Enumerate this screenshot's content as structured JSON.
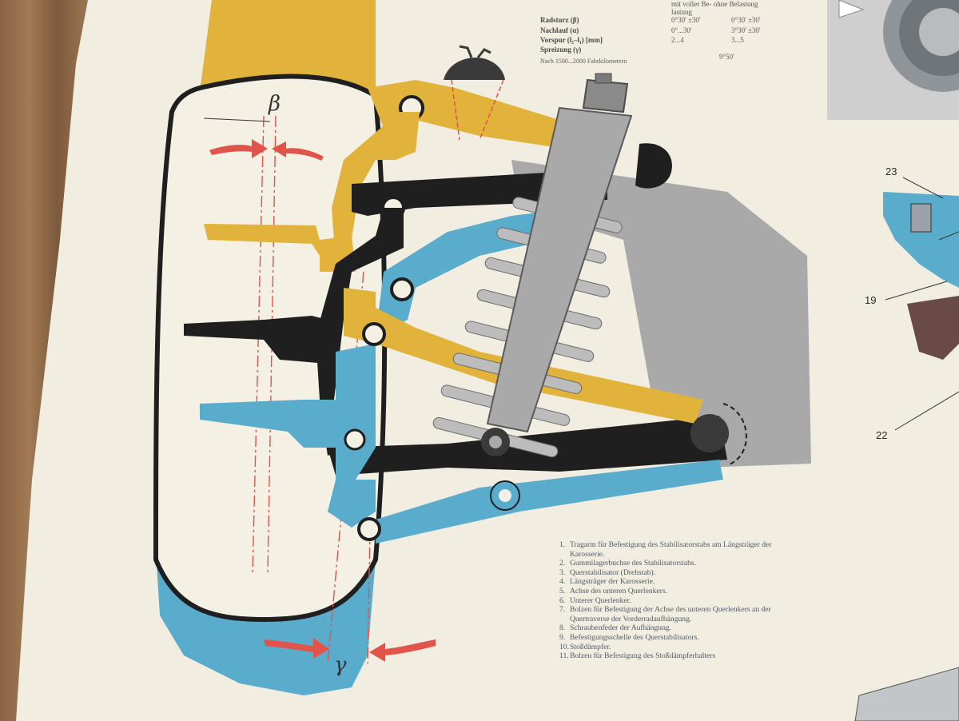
{
  "specs": {
    "header": "mit voller Be- ohne Belastung\nlastung",
    "rows": [
      {
        "label": "Radsturz (β)",
        "v1": "0°30' ±30'",
        "v2": "0°30' ±30'"
      },
      {
        "label": "Nachlauf (α)",
        "v1": "0°...30'",
        "v2": "3°30' ±30'"
      },
      {
        "label": "Vorspur (l₂–l₁) [mm]",
        "v1": "2...4",
        "v2": "3...5"
      },
      {
        "label": "Spreizung (γ)",
        "v1": "",
        "v2": "9°50'"
      }
    ],
    "footnote": "Nach 1500...2000  Fahrkilometern"
  },
  "angle_labels": {
    "beta": "β",
    "gamma": "γ"
  },
  "callouts": {
    "c23": "23",
    "c19": "19",
    "c22": "22"
  },
  "legend": [
    {
      "num": "1.",
      "text": "Tragarm für Befestigung des Stabilisatorstabs am Längsträger der Karosserie."
    },
    {
      "num": "2.",
      "text": "Gummilagerbuchse des Stabilisatorstabs."
    },
    {
      "num": "3.",
      "text": "Querstabilisator (Drehstab)."
    },
    {
      "num": "4.",
      "text": "Längsträger der Karosserie."
    },
    {
      "num": "5.",
      "text": "Achse des unteren Querlenkers."
    },
    {
      "num": "6.",
      "text": "Unterer Querlenker."
    },
    {
      "num": "7.",
      "text": "Bolzen für Befestigung der Achse des unteren Querlenkers an der Quertraverse der Vorderradaufhängung."
    },
    {
      "num": "8.",
      "text": "Schraubenfeder der Aufhängung."
    },
    {
      "num": "9.",
      "text": "Befestigungsschelle des Querstabilisators."
    },
    {
      "num": "10.",
      "text": "Stoßdämpfer."
    },
    {
      "num": "11.",
      "text": "Bolzen für Befestigung des Stoßdämpferhalters"
    }
  ],
  "colors": {
    "yellow": "#e2b33a",
    "blue": "#5aaccc",
    "black": "#1f1f1f",
    "grey": "#a9a9a9",
    "red": "#e0544a",
    "paper": "#f2ede1"
  }
}
